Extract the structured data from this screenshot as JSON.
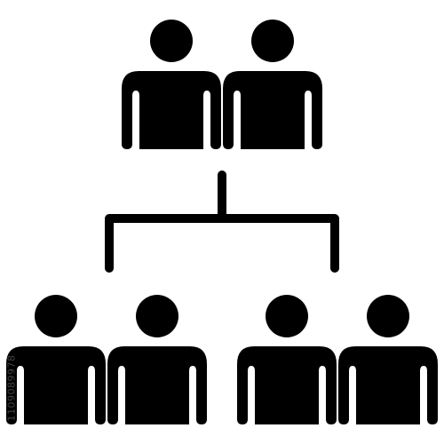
{
  "icon": {
    "name": "team-hierarchy-icon",
    "color": "#000000",
    "background": "#ffffff",
    "groups": [
      {
        "role": "top-group",
        "people": [
          "person",
          "person"
        ]
      },
      {
        "role": "bottom-left-group",
        "people": [
          "person",
          "person"
        ]
      },
      {
        "role": "bottom-right-group",
        "people": [
          "person",
          "person"
        ]
      }
    ]
  },
  "stock_id": "1109089978"
}
